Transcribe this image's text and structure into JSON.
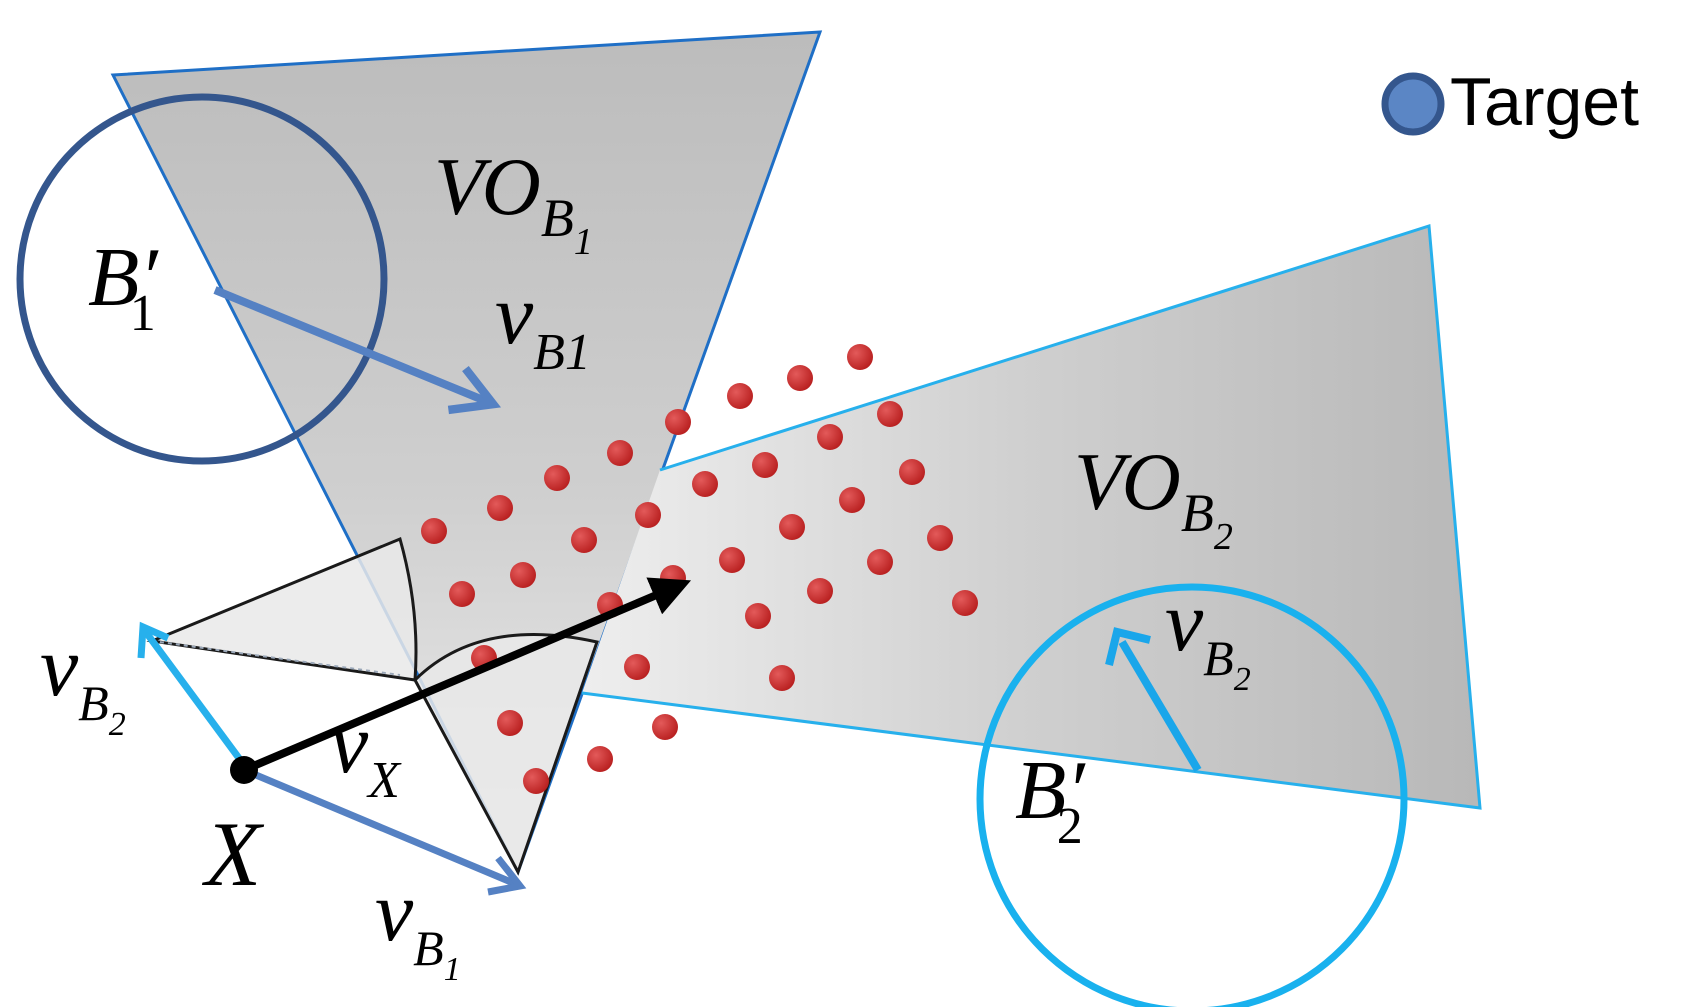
{
  "legend": {
    "label": "Target",
    "marker_fill": "#5b86c5",
    "marker_stroke": "#34568d"
  },
  "labels": {
    "vo_b1": {
      "main": "VO",
      "sub": "B",
      "subsub": "1"
    },
    "vo_b2": {
      "main": "VO",
      "sub": "B",
      "subsub": "2"
    },
    "b1_prime": {
      "main": "B′",
      "sub": "1"
    },
    "b2_prime": {
      "main": "B′",
      "sub": "2"
    },
    "v_b1_upper": {
      "main": "v",
      "sub": "B1"
    },
    "v_b2_right": {
      "main": "v",
      "sub": "B",
      "subsub": "2"
    },
    "v_b2_left": {
      "main": "v",
      "sub": "B",
      "subsub": "2"
    },
    "v_b1_lower": {
      "main": "v",
      "sub": "B",
      "subsub": "1"
    },
    "v_x": {
      "main": "v",
      "sub": "X"
    },
    "x": {
      "main": "X"
    }
  },
  "colors": {
    "cone_fill_light": "#dcdcdc",
    "cone_fill_dark": "#bdbdbd",
    "cone1_edge": "#1f6fc6",
    "cone2_edge": "#27b0ec",
    "b1_circle": "#34568d",
    "b2_circle": "#19b1ee",
    "velocity_arrow": "#5581c3",
    "vb2_arrow": "#1aa6ea",
    "sample_dots": "#cc2b2b",
    "vx_arrow": "#000000"
  }
}
